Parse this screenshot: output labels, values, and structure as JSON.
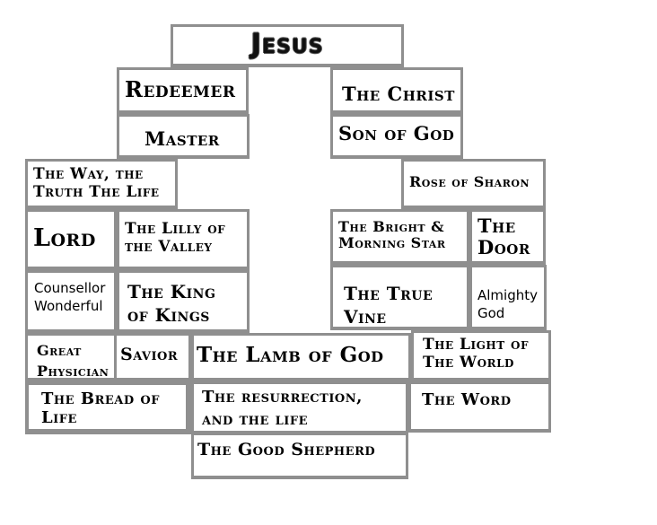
{
  "title": "Jesus",
  "names": {
    "redeemer": "Redeemer",
    "master": "Master",
    "the_christ": "The Christ",
    "son_of_god": "Son of God",
    "the_way": "The Way, the\nTruth The Life",
    "rose_of_sharon": "Rose of Sharon",
    "lord": "Lord",
    "lilly_of_the_valley": "The Lilly of\nthe Valley",
    "bright_morning_star": "The Bright &\nMorning Star",
    "the_door": "The\nDoor",
    "counsellor": "Counsellor\nWonderful",
    "king_of_kings": "The King\nof Kings",
    "true_vine": "The True\n   Vine",
    "almighty_god": "Almighty\nGod",
    "great_physician": "Great\nPhysician",
    "savior": "Savior",
    "lamb_of_god": "The Lamb of God",
    "light_of_the_world": "The Light of\nThe World",
    "bread_of_life": "The Bread of\n      Life",
    "resurrection": "The resurrection,\nand the life",
    "the_word": "The Word",
    "good_shepherd": "The Good Shepherd"
  }
}
